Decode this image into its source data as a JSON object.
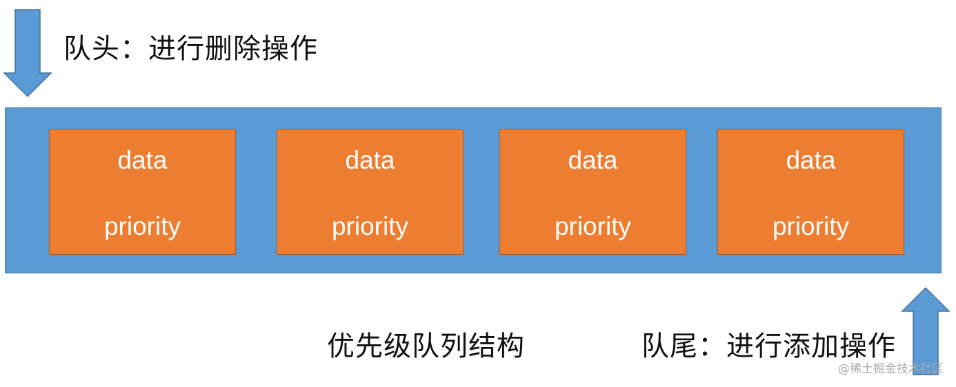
{
  "head_label": "队头：进行删除操作",
  "tail_label": "队尾：进行添加操作",
  "structure_label": "优先级队列结构",
  "queue_nodes": [
    {
      "data": "data",
      "priority": "priority"
    },
    {
      "data": "data",
      "priority": "priority"
    },
    {
      "data": "data",
      "priority": "priority"
    },
    {
      "data": "data",
      "priority": "priority"
    }
  ],
  "watermark": "@稀土掘金技术社区",
  "colors": {
    "queue_fill": "#5b9bd5",
    "node_fill": "#ed7d31",
    "arrow_fill": "#5b9bd5"
  }
}
